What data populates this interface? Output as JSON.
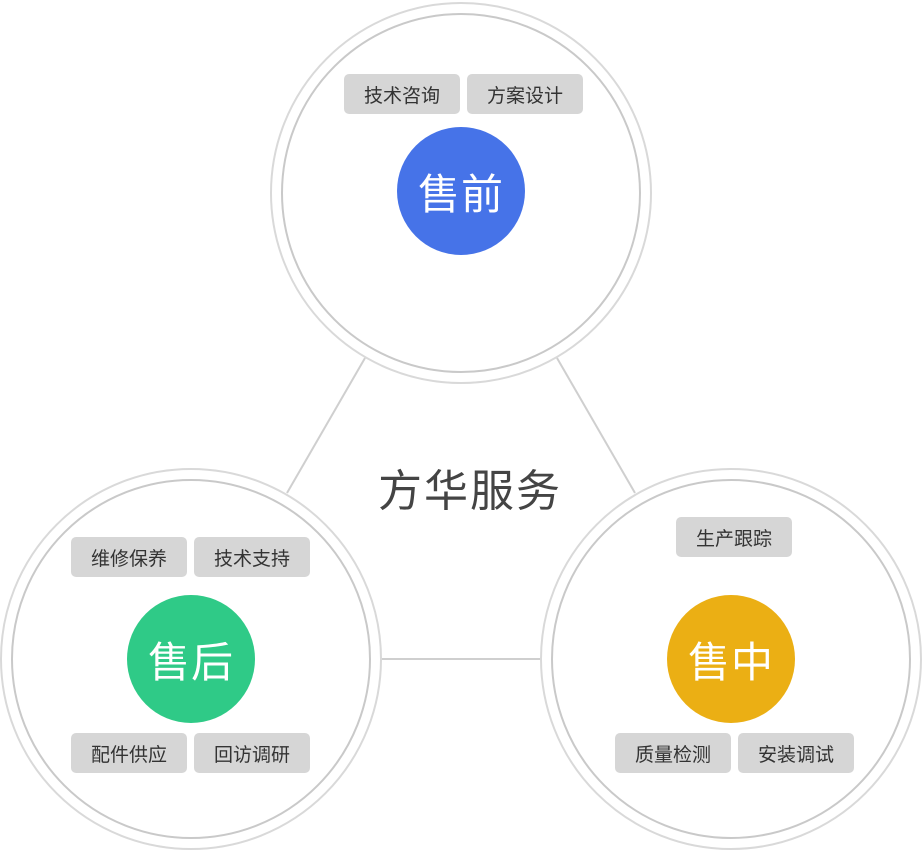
{
  "title": "方华服务",
  "colors": {
    "presale": "#4673e8",
    "insale": "#ebaf14",
    "aftersale": "#2fca87",
    "tag_bg": "#d6d6d6",
    "ring": "#c9c9c9",
    "connector": "#cfcfcf"
  },
  "nodes": {
    "presale": {
      "label": "售前",
      "tags": [
        "技术咨询",
        "方案设计"
      ]
    },
    "insale": {
      "label": "售中",
      "tags": [
        "生产跟踪",
        "质量检测",
        "安装调试"
      ]
    },
    "aftersale": {
      "label": "售后",
      "tags": [
        "维修保养",
        "技术支持",
        "配件供应",
        "回访调研"
      ]
    }
  }
}
